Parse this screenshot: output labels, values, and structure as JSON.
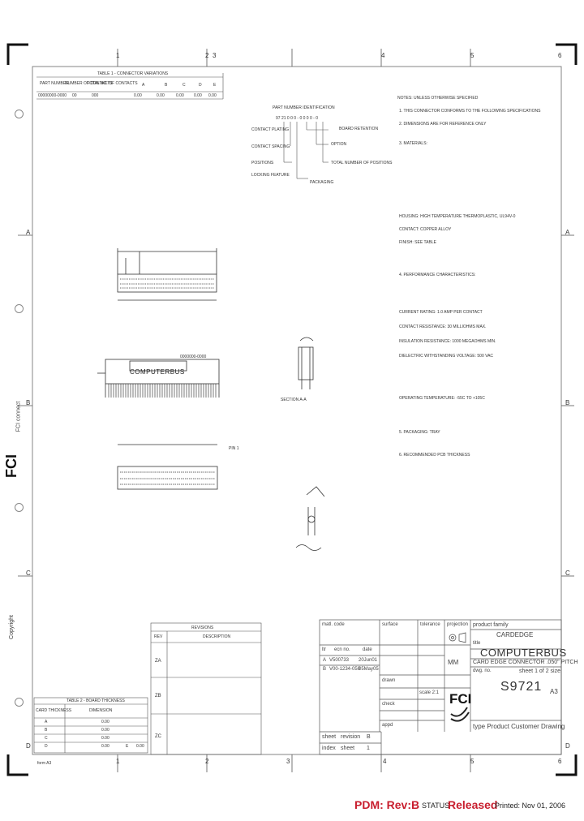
{
  "zones_top": [
    "1",
    "2",
    "3",
    "4",
    "5",
    "6"
  ],
  "zones_bottom": [
    "1",
    "2",
    "3",
    "4",
    "5",
    "6"
  ],
  "zones_left": [
    "A",
    "B",
    "C",
    "D"
  ],
  "zones_right": [
    "A",
    "B",
    "C",
    "D"
  ],
  "brand_side": "FCI",
  "brand_side_sub": "FCI connect",
  "copyright": "Copyright",
  "top_table": {
    "title": "TABLE 1 - CONNECTOR VARIATIONS",
    "headers": [
      "PART NUMBER",
      "NUMBER OF CONTACTS",
      "TOTAL NO. OF CONTACTS",
      "A",
      "B",
      "C",
      "D",
      "E"
    ],
    "row": [
      "00000000-0000",
      "00",
      "000",
      "0.00",
      "0.00",
      "0.00",
      "0.00",
      "0.00"
    ]
  },
  "part_number_title": "PART NUMBER IDENTIFICATION",
  "part_number_code": "97 21 0 0 0 - 0 0 0 0 - 0",
  "part_number_callouts": [
    "CONTACT PLATING",
    "CONTACT SPACING",
    "POSITIONS",
    "LOCKING FEATURE",
    "BOARD RETENTION",
    "OPTION",
    "TOTAL NUMBER OF POSITIONS",
    "PACKAGING"
  ],
  "notes": [
    "NOTES: UNLESS OTHERWISE SPECIFIED",
    "1. THIS CONNECTOR CONFORMS TO THE FOLLOWING SPECIFICATIONS",
    "2. DIMENSIONS ARE FOR REFERENCE ONLY",
    "3. MATERIALS:",
    "   HOUSING: HIGH TEMPERATURE THERMOPLASTIC, UL94V-0",
    "   CONTACT: COPPER ALLOY",
    "   FINISH: SEE TABLE",
    "4. PERFORMANCE CHARACTERISTICS:",
    "   CURRENT RATING: 1.0 AMP PER CONTACT",
    "   CONTACT RESISTANCE: 30 MILLIOHMS MAX.",
    "   INSULATION RESISTANCE: 1000 MEGAOHMS MIN.",
    "   DIELECTRIC WITHSTANDING VOLTAGE: 500 VAC",
    "   OPERATING TEMPERATURE: -55C TO +105C",
    "5. PACKAGING: TRAY",
    "6. RECOMMENDED PCB THICKNESS"
  ],
  "drawing_labels": {
    "connector_text": "COMPUTERBUS",
    "part_marking": "0000000-0000",
    "pin_label": "PIN 1",
    "section_label": "SECTION A-A"
  },
  "bottom_left_table": {
    "title": "TABLE 2 - BOARD THICKNESS",
    "headers": [
      "CARD THICKNESS",
      "DIMENSION"
    ],
    "rows": [
      [
        "A",
        "0.00"
      ],
      [
        "B",
        "0.00"
      ],
      [
        "C",
        "0.00"
      ],
      [
        "D",
        "0.00"
      ],
      [
        "E",
        "0.00"
      ]
    ]
  },
  "revision_table": {
    "title": "REVISIONS",
    "headers": [
      "REV",
      "DESCRIPTION"
    ],
    "entries": [
      "ZA",
      "ZB",
      "ZC"
    ]
  },
  "title_block": {
    "material_code_label": "matl. code",
    "surface_label": "surface",
    "tolerance_label": "tolerance",
    "projection_label": "projection",
    "product_family_label": "product family",
    "product_family": "CARDEDGE",
    "title_label": "title",
    "title_main": "COMPUTERBUS",
    "title_sub": "CARD EDGE CONNECTOR .050\" PITCH",
    "dwg_no_label": "dwg. no.",
    "sheet_label": "sheet 1 of 2 size",
    "dwg_no": "S9721",
    "size": "A3",
    "type_text": "type  Product Customer Drawing",
    "ltr_label": "ltr",
    "ecn_label": "ecn no.",
    "date_label": "date",
    "rev_rows": [
      [
        "A",
        "V500733",
        "20Jun01"
      ],
      [
        "B",
        "V00-1234-050",
        "05May05"
      ]
    ],
    "drawn_label": "drawn",
    "check_label": "check",
    "appd_label": "appd",
    "scale_label": "scale 2:1",
    "units_label": "MM",
    "sheet_revision_label": "sheet",
    "revision_label": "revision",
    "revision_value": "B",
    "index_label": "index",
    "index_sheet": "sheet",
    "index_value": "1",
    "brand": "FCI"
  },
  "footer": {
    "pdm": "PDM: Rev:B",
    "status_label": "STATUS",
    "status_value": "Released",
    "printed": "Printed: Nov 01, 2006"
  },
  "corner_label": "form A3"
}
